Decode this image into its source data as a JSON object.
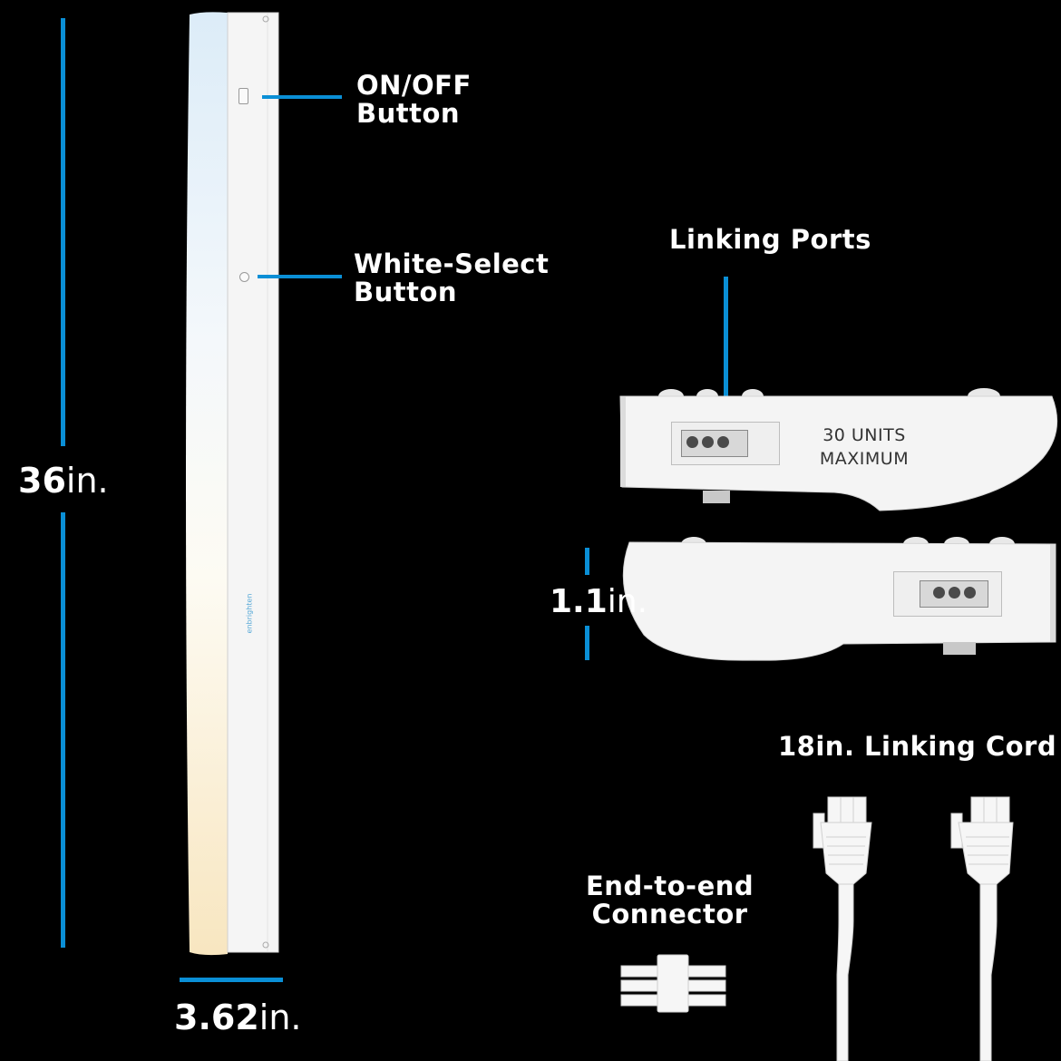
{
  "dimensions": {
    "height": {
      "value": "36",
      "unit": "in."
    },
    "width": {
      "value": "3.62",
      "unit": "in."
    },
    "depth": {
      "value": "1.1",
      "unit": "in."
    }
  },
  "callouts": {
    "on_off": {
      "line1": "ON/OFF",
      "line2": "Button"
    },
    "white_select": {
      "line1": "White-Select",
      "line2": "Button"
    },
    "linking_ports": "Linking Ports",
    "linking_cord": "18in. Linking Cord",
    "connector": {
      "line1": "End-to-end",
      "line2": "Connector"
    }
  },
  "end_cap": {
    "line1": "30 UNITS",
    "line2": "MAXIMUM"
  },
  "brand_mark": "enbrighten",
  "colors": {
    "accent": "#0a8fd6",
    "background": "#000000"
  }
}
